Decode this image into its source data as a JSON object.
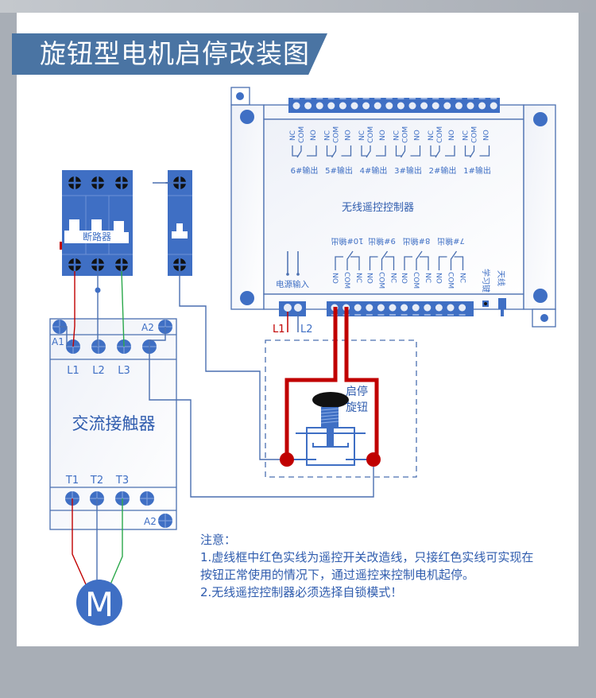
{
  "title": "旋钮型电机启停改装图",
  "controller": {
    "name": "无线遥控控制器",
    "top_outputs": [
      {
        "label": "6#输出",
        "pins": [
          "NC",
          "COM",
          "NO"
        ]
      },
      {
        "label": "5#输出",
        "pins": [
          "NC",
          "COM",
          "NO"
        ]
      },
      {
        "label": "4#输出",
        "pins": [
          "NC",
          "COM",
          "NO"
        ]
      },
      {
        "label": "3#输出",
        "pins": [
          "NC",
          "COM",
          "NO"
        ]
      },
      {
        "label": "2#输出",
        "pins": [
          "NC",
          "COM",
          "NO"
        ]
      },
      {
        "label": "1#输出",
        "pins": [
          "NC",
          "COM",
          "NO"
        ]
      }
    ],
    "bottom_outputs": [
      {
        "label": "10#输出",
        "pins": [
          "NO",
          "COM",
          "NC"
        ]
      },
      {
        "label": "9#输出",
        "pins": [
          "NO",
          "COM",
          "NC"
        ]
      },
      {
        "label": "8#输出",
        "pins": [
          "NO",
          "COM",
          "NC"
        ]
      },
      {
        "label": "7#输出",
        "pins": [
          "NO",
          "COM",
          "NC"
        ]
      }
    ],
    "power_input_label": "电源输入",
    "learn_key_label": "学习键",
    "antenna_label": "天线",
    "power_terminals": [
      "L1",
      "L2"
    ]
  },
  "breaker": {
    "label": "断路器"
  },
  "contactor": {
    "label": "交流接触器",
    "top_terminals": [
      "L1",
      "L2",
      "L3"
    ],
    "bottom_terminals": [
      "T1",
      "T2",
      "T3"
    ],
    "coil_terminals": [
      "A1",
      "A2",
      "A2"
    ]
  },
  "knob": {
    "label_line1": "启停",
    "label_line2": "旋钮"
  },
  "motor": {
    "label": "M"
  },
  "notes": {
    "heading": "注意：",
    "line1": "1.虚线框中红色实线为遥控开关改造线，只接红色实线可实现在按钮正常使用的情况下，通过遥控来控制电机起停。",
    "line2": "2.无线遥控控制器必须选择自锁模式！"
  },
  "colors": {
    "brand_blue": "#4a74a3",
    "component_blue": "#3f6fc4",
    "wire_blue": "#4a6fb0",
    "wire_red": "#c00000",
    "wire_green": "#2aa84a"
  }
}
